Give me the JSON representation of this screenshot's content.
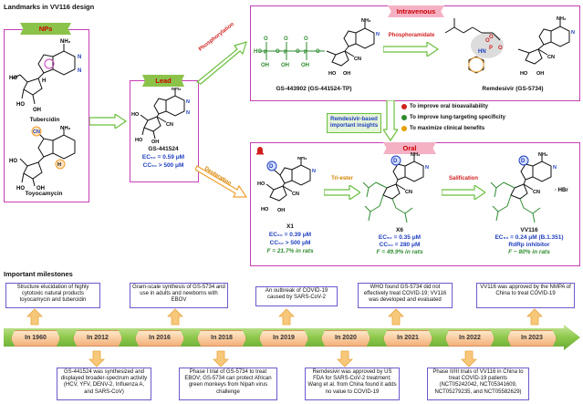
{
  "titles": {
    "landmarks": "Landmarks in VV116 design",
    "milestones": "Important milestones"
  },
  "banners": {
    "nps": "NPs",
    "lead": "Lead",
    "intravenous": "Intravenous",
    "oral": "Oral"
  },
  "compounds": {
    "tubercidin": "Tubercidin",
    "toyocamycin": "Toyocamycin",
    "lead_name": "GS-441524",
    "lead_ec50": "EC₅₀ = 0.59 μM",
    "lead_cc50": "CC₅₀ > 500 μM",
    "tp_name": "GS-443902 (GS-441524-TP)",
    "remdesivir": "Remdesivir (GS-5734)",
    "x1_name": "X1",
    "x1_ec50": "EC₅₀ = 0.39 μM",
    "x1_cc50": "CC₅₀ > 500 μM",
    "x1_f": "F = 21.7% in rats",
    "x6_name": "X6",
    "x6_ec50": "EC₅₀ = 0.35 μM",
    "x6_cc50": "CC₅₀ = 280 μM",
    "x6_f": "F = 49.9% in rats",
    "vv116_name": "VV116",
    "vv116_ec50": "EC₅₀ = 0.24 μM (B.1.351)",
    "vv116_role": "RdRp inhibitor",
    "vv116_f": "F ~ 80% in rats",
    "hbr": "· HBr",
    "nh2": "NH₂",
    "cn": "CN",
    "d": "D"
  },
  "arrows": {
    "phosphorylation": "Phosphorylation",
    "phosphoramidate": "Phosphoramidate",
    "deuteration": "Deuteration",
    "triester": "Tri-ester",
    "salification": "Salification"
  },
  "insights": {
    "header": "Remdesivir-based important insights",
    "items": [
      {
        "text": "To improve oral bioavailability",
        "color": "#d12020"
      },
      {
        "text": "To improve lung-targeting specificity",
        "color": "#2e8b2e"
      },
      {
        "text": "To maximize clinical benefits",
        "color": "#e6a100"
      }
    ]
  },
  "timeline": {
    "years": [
      "In 1960",
      "In 2012",
      "In 2016",
      "In 2018",
      "In 2019",
      "In 2020",
      "In 2021",
      "In 2022",
      "In 2023"
    ],
    "top_notes": [
      "Structure elucidation of highly cytotoxic natural products toyocamycin and tubercidin",
      "Gram-scale synthesis of GS-5734 and use in adults and newborns with EBOV",
      "An outbreak of COVID-19 caused by SARS-CoV-2",
      "WHO found GS-5734 did not effectively treat COVID-19; VV116 was developed and evaluated",
      "VV116 was approved by the NMPA of China to treat COVID-19"
    ],
    "bottom_notes": [
      "GS-441524 was synthesized and displayed broader-spectrum activity (HCV, YFV, DENV-2, Influenza A, and SARS-CoV)",
      "Phase I trial of GS-5734 to treat EBOV; GS-5734 can protect African green monkeys from Nipah virus challenge",
      "Remdesivir was approved by US FDA for SARS-CoV-2 treatment; Wang et al. from China found it adds no value to COVID-19",
      "Phase II/III trials of VV116 in China to treat COVID-19 patients (NCT05242042, NCT05341609, NCT05279235, and NCT05582629)"
    ]
  },
  "colors": {
    "box_border": "#c63fb6",
    "arrow_green": "#6cbf3f",
    "arrow_orange": "#f0a030",
    "timeline_green": "#8cc84b",
    "deep_blue": "#1f3fbf"
  }
}
